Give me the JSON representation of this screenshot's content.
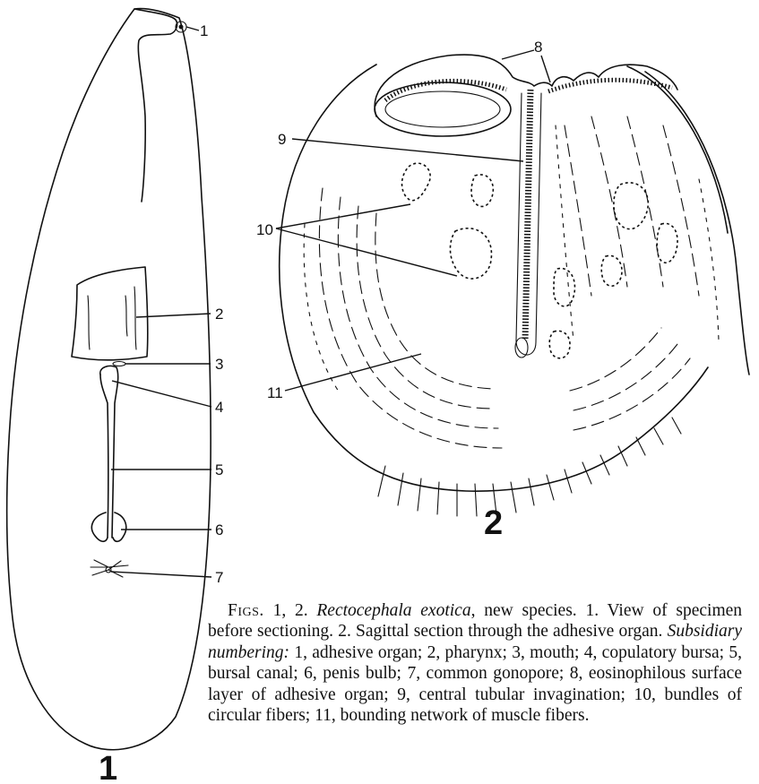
{
  "figure1": {
    "number": "1",
    "labels": [
      "1",
      "2",
      "3",
      "4",
      "5",
      "6",
      "7"
    ]
  },
  "figure2": {
    "number": "2",
    "labels": [
      "8",
      "9",
      "10",
      "11"
    ]
  },
  "caption": {
    "figs": "Figs.",
    "nums": "1, 2.",
    "species": "Rectocephala exotica",
    "species_note": ", new species.",
    "line1": "1. View of specimen before sectioning.",
    "line2": "2. Sagittal section through the adhesive organ.",
    "subsidiary_label": "Subsidiary numbering:",
    "legend": "1, adhesive organ; 2, pharynx; 3, mouth; 4, copulatory bursa; 5, bursal canal; 6, penis bulb; 7, common gonopore; 8, eosinophilous surface layer of adhesive organ; 9, central tubular invagination; 10, bundles of circular fibers; 11, bounding network of muscle fibers."
  }
}
